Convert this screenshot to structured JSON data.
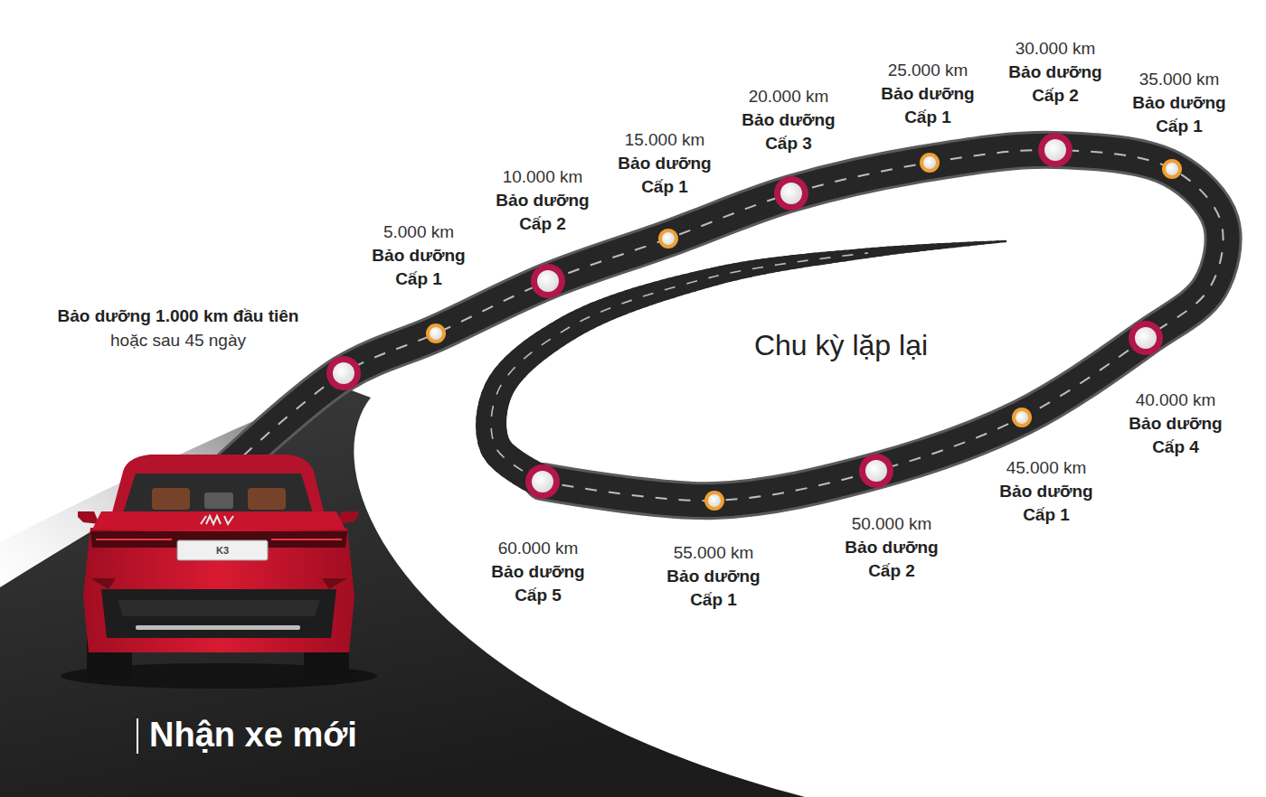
{
  "diagram": {
    "labels": [
      "Bảo dưỡng 1.000 km đầu tiên",
      "hoặc sau 45 ngày",
      "5.000 km",
      "Bảo dưỡng Cấp 1",
      "10.000 km",
      "Bảo dưỡng Cấp 2",
      "15.000 km",
      "Bảo dưỡng Cấp 1",
      "20.000 km",
      "Bảo dưỡng Cấp 3",
      "25.000 km",
      "Bảo dưỡng Cấp 1",
      "30.000 km",
      "Bảo dưỡng Cấp 2",
      "35.000 km",
      "Bảo dưỡng Cấp 1",
      "40.000 km",
      "Bảo dưỡng Cấp 4",
      "45.000 km",
      "Bảo dưỡng Cấp 1",
      "50.000 km",
      "Bảo dưỡng Cấp 2",
      "55.000 km",
      "Bảo dưỡng Cấp 1",
      "60.000 km",
      "Bảo dưỡng Cấp 5",
      "Chu kỳ lặp lại",
      "Nhận xe mới",
      "K3"
    ]
  }
}
